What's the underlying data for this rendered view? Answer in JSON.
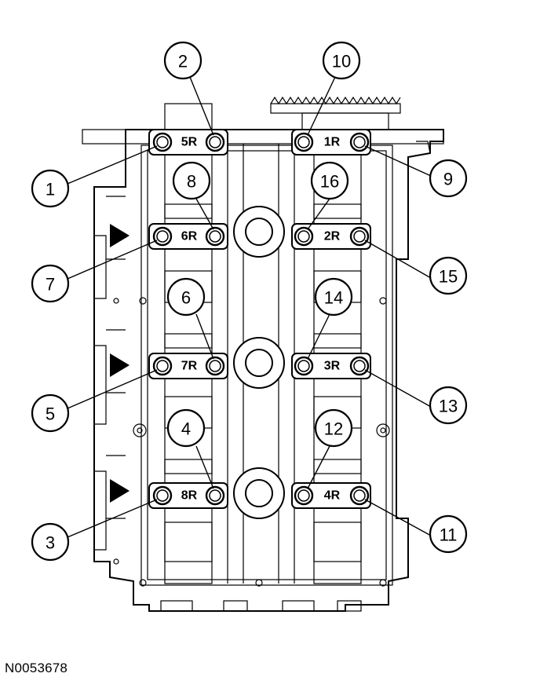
{
  "figure": {
    "id_label": "N0053678"
  },
  "caps": [
    {
      "label": "5R"
    },
    {
      "label": "1R"
    },
    {
      "label": "6R"
    },
    {
      "label": "2R"
    },
    {
      "label": "7R"
    },
    {
      "label": "3R"
    },
    {
      "label": "8R"
    },
    {
      "label": "4R"
    }
  ],
  "callouts": [
    {
      "number": "1"
    },
    {
      "number": "2"
    },
    {
      "number": "3"
    },
    {
      "number": "4"
    },
    {
      "number": "5"
    },
    {
      "number": "6"
    },
    {
      "number": "7"
    },
    {
      "number": "8"
    },
    {
      "number": "9"
    },
    {
      "number": "10"
    },
    {
      "number": "11"
    },
    {
      "number": "12"
    },
    {
      "number": "13"
    },
    {
      "number": "14"
    },
    {
      "number": "15"
    },
    {
      "number": "16"
    }
  ]
}
